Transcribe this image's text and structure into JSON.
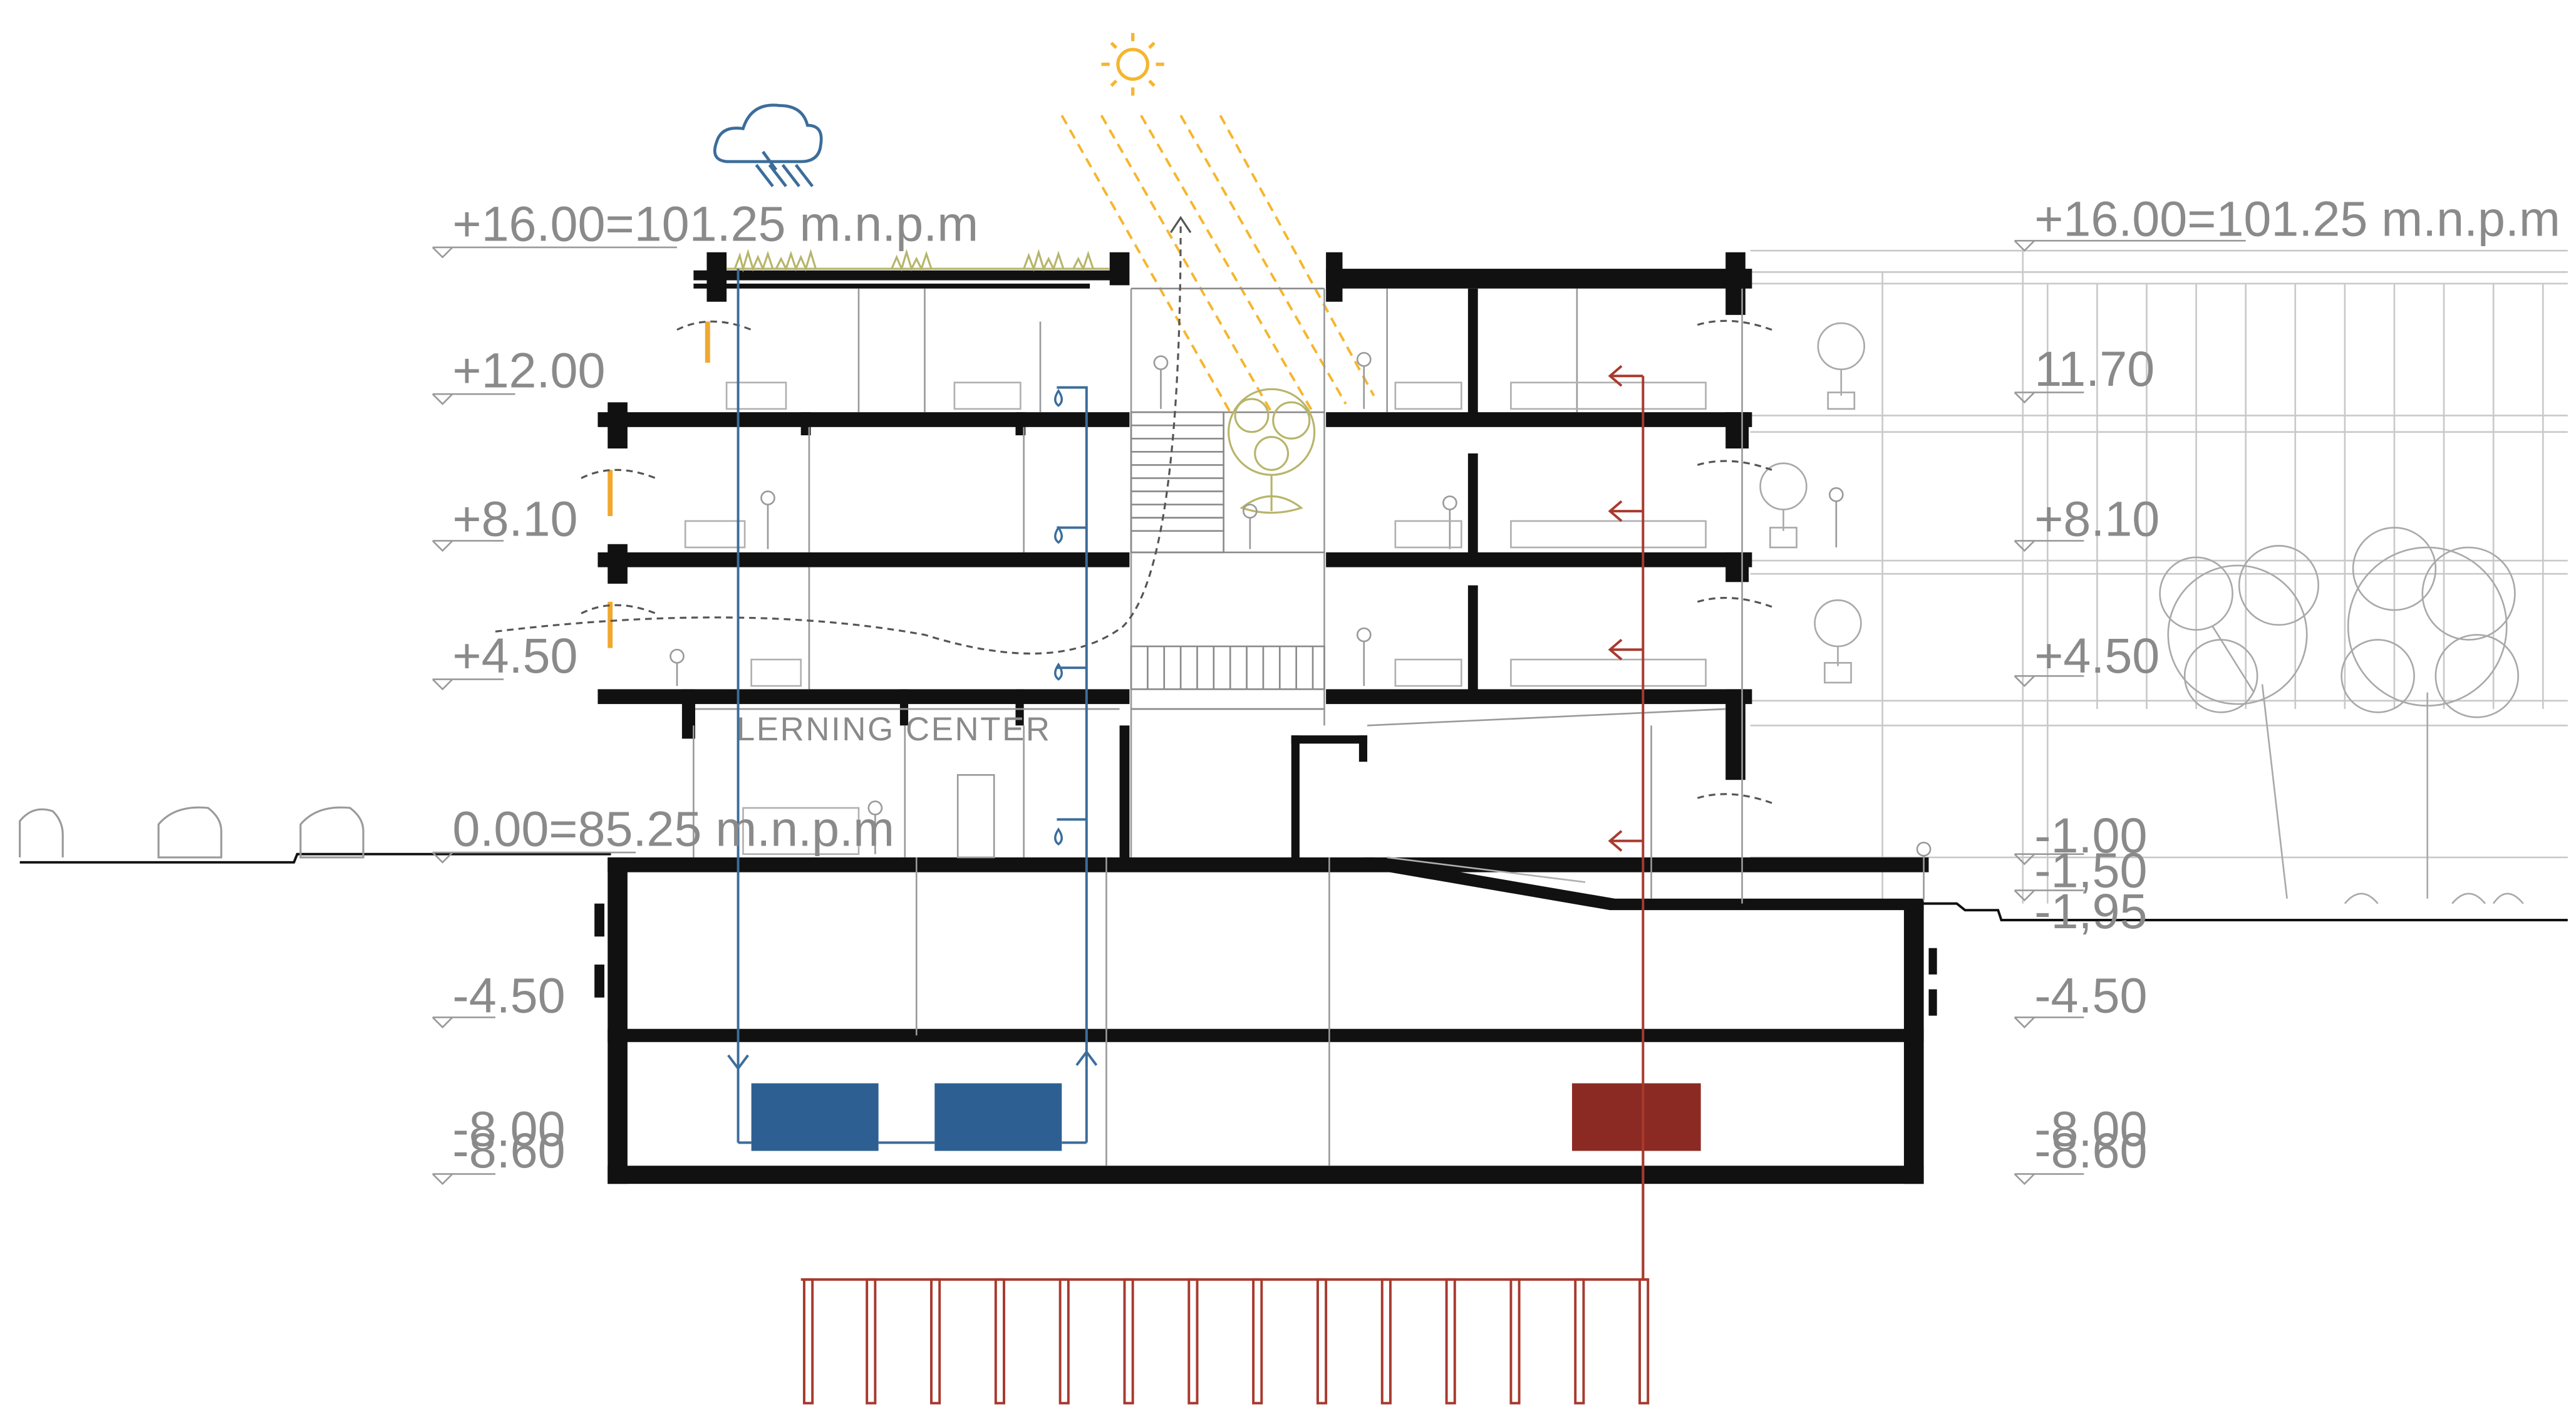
{
  "levels_left": {
    "roof": "+16.00=101.25 m.n.p.m",
    "l12": "+12.00",
    "l8": "+8.10",
    "l4": "+4.50",
    "ground": "0.00=85.25 m.n.p.m",
    "m450": "-4.50",
    "m800": "-8.00",
    "m860": "-8.60"
  },
  "levels_right": {
    "roof": "+16.00=101.25 m.n.p.m",
    "l11": "11.70",
    "l8": "+8.10",
    "l4": "+4.50",
    "m100": "-1.00",
    "m150": "-1,50",
    "m195": "-1,95",
    "m450": "-4.50",
    "m800": "-8.00",
    "m860": "-8.60"
  },
  "room_label": "LERNING CENTER",
  "icons": [
    "sun-icon",
    "rain-cloud-icon",
    "water-drop-icon",
    "ventilation-arrow-icon",
    "tree-icon",
    "car-icon",
    "person-icon"
  ],
  "colors": {
    "structure": "#111111",
    "rainwater": "#3c6d9b",
    "water_tank": "#2e5f92",
    "geothermal": "#a83a2e",
    "heat_unit": "#8b2a22",
    "solar": "#f5b62e",
    "shading_fin": "#f0a830",
    "thin_lines": "#9a9a9a",
    "green_roof": "#b7b56a"
  }
}
